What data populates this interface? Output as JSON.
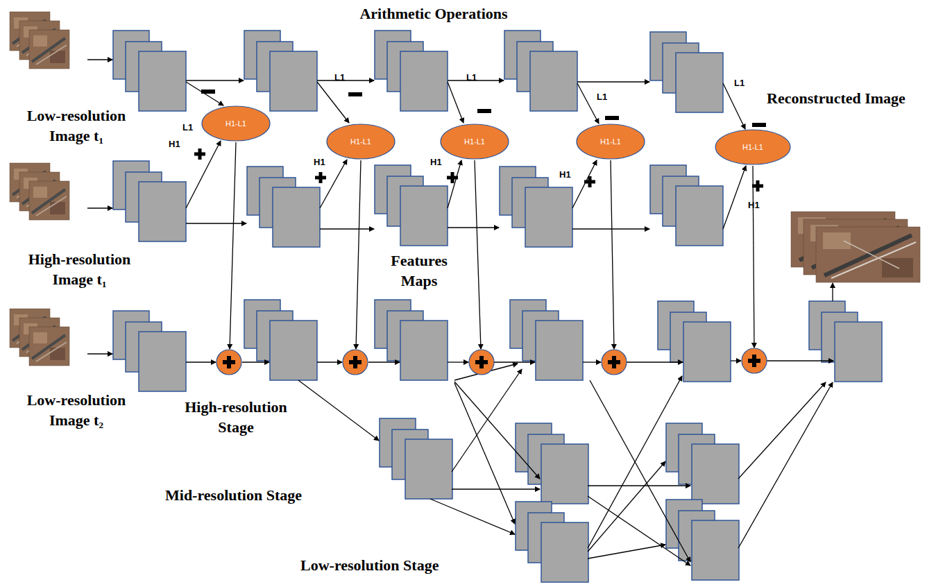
{
  "diagram": {
    "nodes": [
      {
        "text": [
          "H1-L1"
        ]
      },
      {
        "text": [
          "H1-L1"
        ]
      },
      {
        "text": [
          "H1-L1"
        ]
      },
      {
        "text": [
          "H1-L1"
        ]
      },
      {
        "text": [
          "H1-L1"
        ]
      }
    ],
    "labels": [
      "Arithmetic Operations",
      "Low-resolution Image t₁",
      "High-resolution Image t₁",
      "Low-resolution Image t₂",
      "High-resolution Stage",
      "Features Maps",
      "Mid-resolution Stage",
      "Low-resolution Stage",
      "Reconstructed Image",
      "L1",
      "L1",
      "L1",
      "L1",
      "L1",
      "H1",
      "H1",
      "H1",
      "H1",
      "H1"
    ]
  }
}
